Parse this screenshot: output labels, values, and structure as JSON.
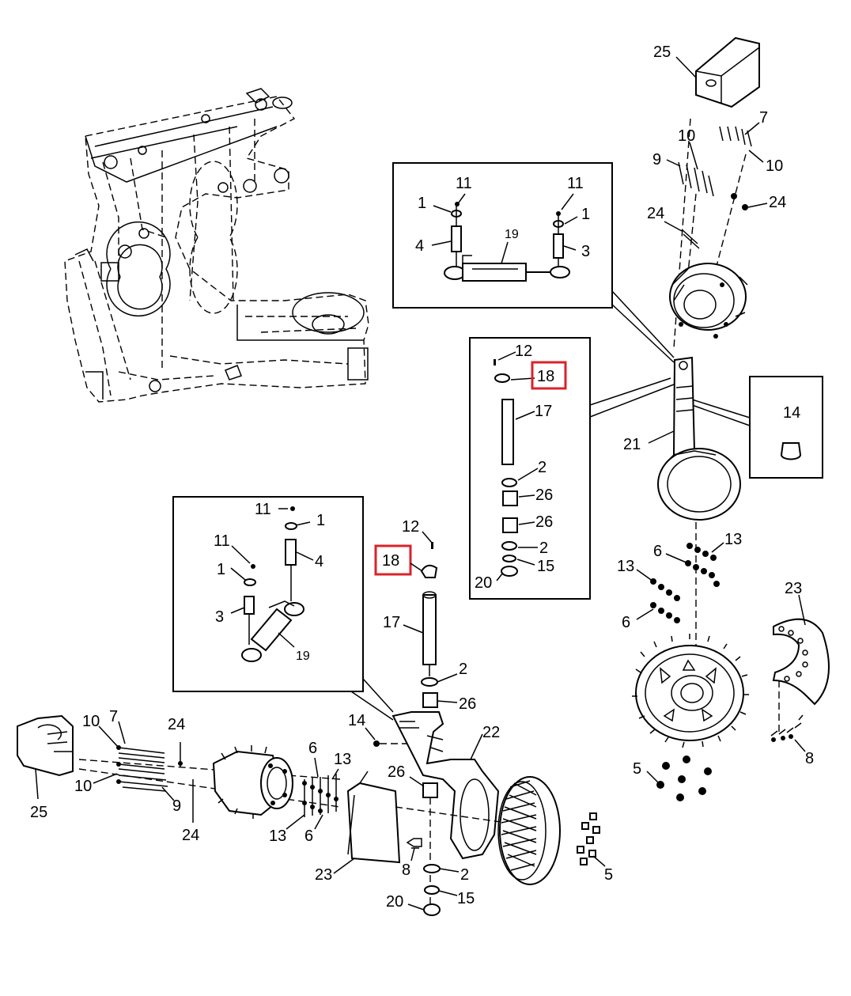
{
  "diagram": {
    "highlight_color": "#d9232a",
    "callouts_main": {
      "c25a": "25",
      "c7a": "7",
      "c10a": "10",
      "c10b": "10",
      "c9a": "9",
      "c24a": "24",
      "c24b": "24",
      "c21": "21",
      "c14a": "14",
      "c13a": "13",
      "c6a": "6",
      "c13b": "13",
      "c6b": "6",
      "c23a": "23",
      "c8a": "8",
      "c5a": "5",
      "c10c": "10",
      "c7b": "7",
      "c24c": "24",
      "c10d": "10",
      "c9b": "9",
      "c25b": "25",
      "c24d": "24",
      "c14b": "14",
      "c12b": "12",
      "c18b": "18",
      "c17b": "17",
      "c2c": "2",
      "c26c": "26",
      "c22": "22",
      "c26d": "26",
      "c6c": "6",
      "c13c": "13",
      "c13d": "13",
      "c6d": "6",
      "c8b": "8",
      "c2d": "2",
      "c23b": "23",
      "c15b": "15",
      "c20b": "20",
      "c5b": "5"
    },
    "inset_cylinder_top": {
      "c11a": "11",
      "c1a": "1",
      "c4a": "4",
      "c19a": "19",
      "c11b": "11",
      "c1b": "1",
      "c3a": "3"
    },
    "inset_kingpin": {
      "c12a": "12",
      "c18a": "18",
      "c17a": "17",
      "c2a": "2",
      "c26a": "26",
      "c26b": "26",
      "c2b": "2",
      "c15a": "15",
      "c20a": "20"
    },
    "inset_cylinder_left": {
      "c11c": "11",
      "c1c": "1",
      "c4b": "4",
      "c11d": "11",
      "c1d": "1",
      "c3b": "3",
      "c19b": "19"
    }
  }
}
